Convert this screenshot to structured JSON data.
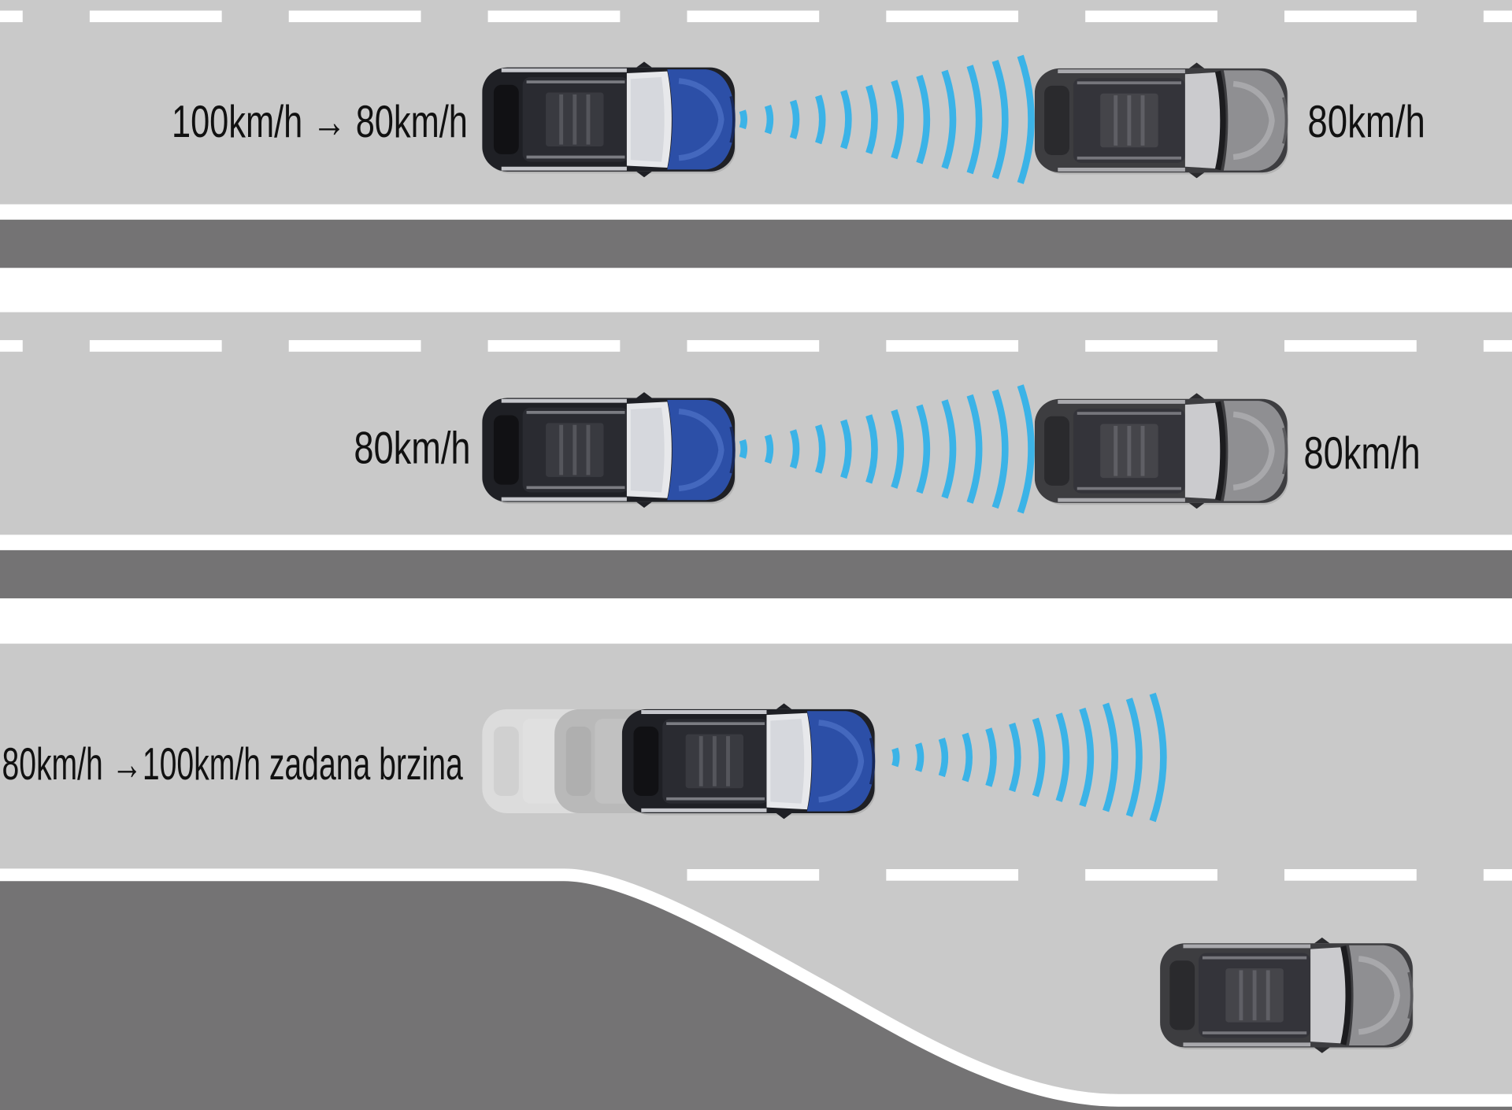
{
  "scenes": [
    {
      "ego_speed": "100km/h → 80km/h",
      "lead_speed": "80km/h"
    },
    {
      "ego_speed": "80km/h",
      "lead_speed": "80km/h"
    },
    {
      "ego_speed": "80km/h →100km/h zadana brzina"
    }
  ],
  "icons": {
    "ego_car": "blue-car-top-view-icon",
    "lead_car": "gray-car-top-view-icon",
    "radar": "radar-wave-icon"
  },
  "colors": {
    "background": "#ffffff",
    "road": "#c9c9c9",
    "median": "#747374",
    "lane_marking": "#ffffff",
    "radar": "#3bb3e7",
    "ego_car": "#2c4fa7",
    "lead_car": "#8f8f92",
    "text": "#111111"
  }
}
